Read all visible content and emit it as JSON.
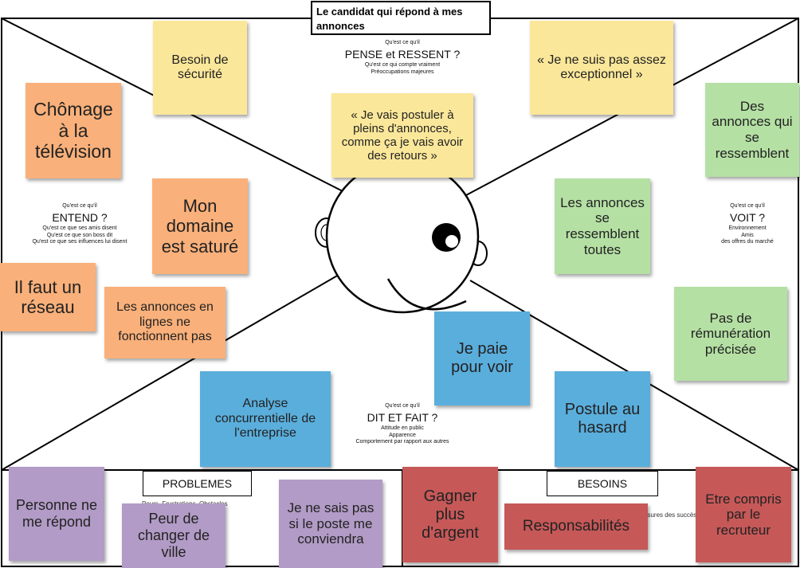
{
  "title": "Le candidat qui répond à mes annonces",
  "quadrants": {
    "pense": {
      "small_top": "Qu'est ce qu'il",
      "heading": "PENSE et RESSENT ?",
      "details": [
        "Qu'est ce qui compte vraiment",
        "Préoccupations majeures"
      ]
    },
    "entend": {
      "small_top": "Qu'est ce qu'il",
      "heading": "ENTEND ?",
      "details": [
        "Qu'est ce que ses amis disent",
        "Qu'est ce que son boss dit",
        "Qu'est ce que ses influences lui disent"
      ]
    },
    "voit": {
      "small_top": "Qu'est ce qu'il",
      "heading": "VOIT ?",
      "details": [
        "Environnement",
        "Amis",
        "des offres du marché"
      ]
    },
    "dit": {
      "small_top": "Qu'est ce qu'il",
      "heading": "DIT ET FAIT ?",
      "details": [
        "Attitude en public",
        "Apparence",
        "Comportement par rapport aux autres"
      ]
    }
  },
  "bottom": {
    "problemes_label": "PROBLEMES",
    "problemes_sub": "Peurs, Frustrations, Obstacles",
    "besoins_label": "BESOINS",
    "besoins_sub": "Envies, Besoins, Mesures des succès"
  },
  "notes": {
    "besoin_securite": "Besoin de sécurité",
    "pas_exceptionnel": "« Je ne suis pas assez exceptionnel »",
    "postuler": "« Je vais postuler à pleins d'annonces, comme ça je vais avoir des retours »",
    "chomage": "Chômage à la télévision",
    "domaine": "Mon domaine est saturé",
    "reseau": "Il faut un réseau",
    "annonces_lignes": "Les annonces en lignes ne fonctionnent pas",
    "annonces_ressemblent": "Des annonces qui se ressemblent",
    "ressemblent_toutes": "Les annonces se ressemblent toutes",
    "remuneration": "Pas de rémunération précisée",
    "paie": "Je paie pour voir",
    "analyse": "Analyse concurrentielle de l'entreprise",
    "postule_hasard": "Postule au hasard",
    "personne": "Personne ne me répond",
    "peur": "Peur de changer de ville",
    "sais_pas": "Je ne sais pas si le poste me conviendra",
    "gagner": "Gagner plus d'argent",
    "responsabilites": "Responsabilités",
    "compris": "Etre compris par le recruteur"
  },
  "colors": {
    "yellow": "#fbe79a",
    "orange": "#f9b07a",
    "green": "#b5e0a4",
    "blue": "#5aaedc",
    "purple": "#b29bc6",
    "red": "#c65858"
  }
}
